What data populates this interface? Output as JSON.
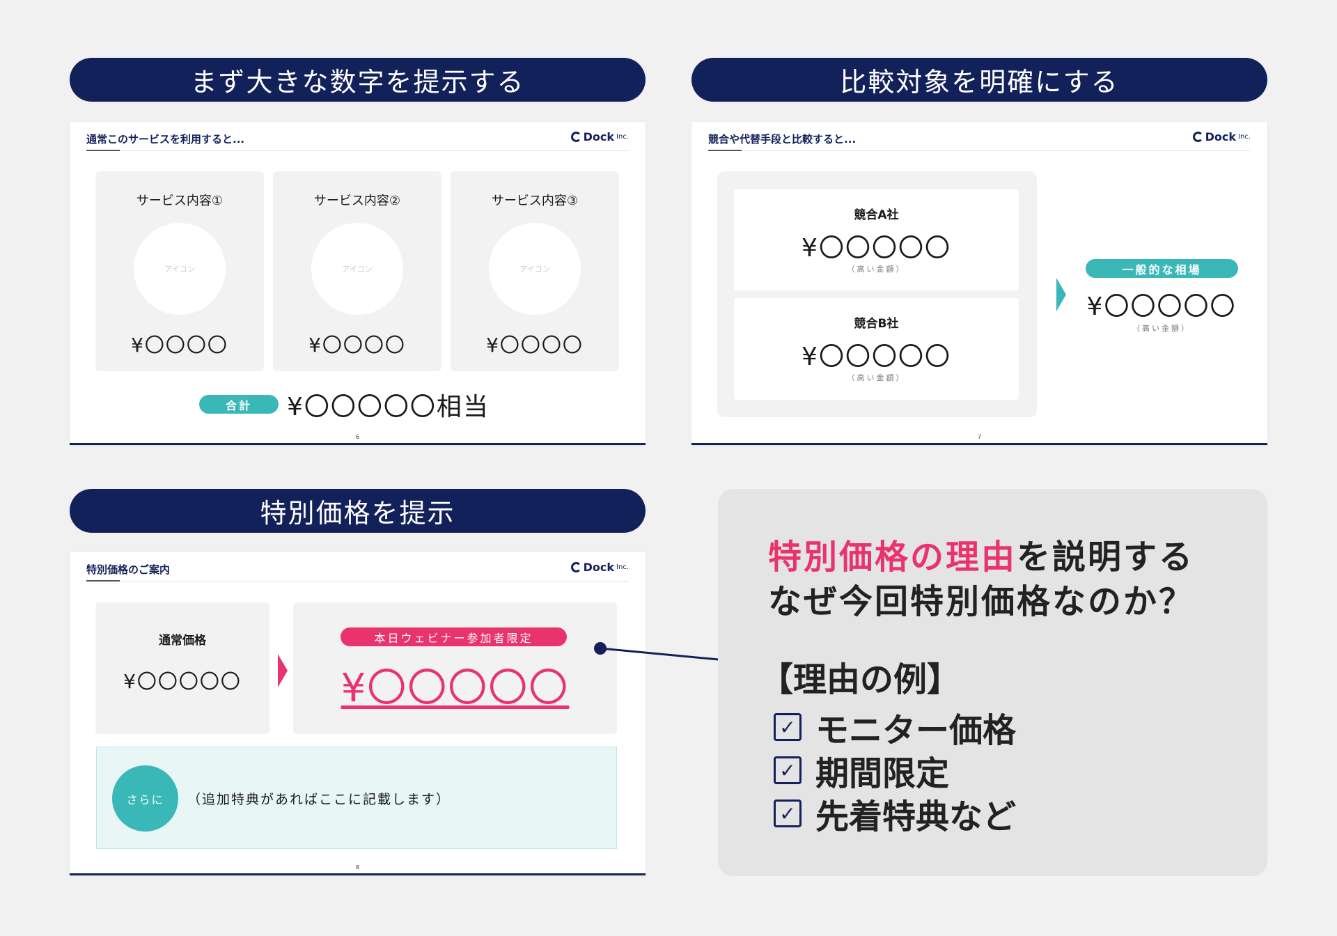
{
  "headers": [
    "まず大きな数字を提示する",
    "比較対象を明確にする",
    "特別価格を提示"
  ],
  "logo": {
    "name": "Dock",
    "suffix": "Inc."
  },
  "slide1": {
    "title": "通常このサービスを利用すると...",
    "cards": [
      {
        "label": "サービス内容①",
        "icon": "アイコン",
        "price": "¥〇〇〇〇"
      },
      {
        "label": "サービス内容②",
        "icon": "アイコン",
        "price": "¥〇〇〇〇"
      },
      {
        "label": "サービス内容③",
        "icon": "アイコン",
        "price": "¥〇〇〇〇"
      }
    ],
    "total_label": "合計",
    "total": "¥〇〇〇〇〇相当",
    "page": "6"
  },
  "slide2": {
    "title": "競合や代替手段と比較すると...",
    "competitors": [
      {
        "name": "競合A社",
        "price": "¥〇〇〇〇〇",
        "note": "（高い金額）"
      },
      {
        "name": "競合B社",
        "price": "¥〇〇〇〇〇",
        "note": "（高い金額）"
      }
    ],
    "market_label": "一般的な相場",
    "market_price": "¥〇〇〇〇〇",
    "market_note": "（高い金額）",
    "page": "7"
  },
  "slide3": {
    "title": "特別価格のご案内",
    "normal_label": "通常価格",
    "normal_price": "¥〇〇〇〇〇",
    "special_tag": "本日ウェビナー参加者限定",
    "special_price": "¥〇〇〇〇〇",
    "bonus_circle": "さらに",
    "bonus_text": "（追加特典があればここに記載します）",
    "page": "8"
  },
  "panel": {
    "highlight": "特別価格の理由",
    "line1_rest": "を説明する",
    "line2": "なぜ今回特別価格なのか？",
    "examples_title": "【理由の例】",
    "items": [
      "モニター価格",
      "期間限定",
      "先着特典など"
    ]
  },
  "colors": {
    "navy": "#13215a",
    "teal": "#3ab8b8",
    "pink": "#e8336d"
  }
}
